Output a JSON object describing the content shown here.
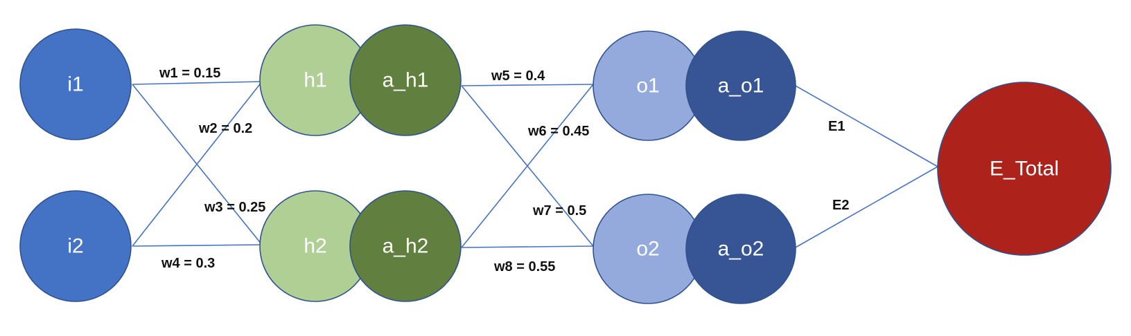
{
  "colors": {
    "input": "#4472c4",
    "hidden_net": "#b0cf95",
    "hidden_act": "#617f3e",
    "output_net": "#94aadc",
    "output_act": "#375594",
    "error": "#ad221b",
    "edge": "#4472c4"
  },
  "nodes": {
    "i1": "i1",
    "i2": "i2",
    "h1": "h1",
    "a_h1": "a_h1",
    "h2": "h2",
    "a_h2": "a_h2",
    "o1": "o1",
    "a_o1": "a_o1",
    "o2": "o2",
    "a_o2": "a_o2",
    "e_total": "E_Total"
  },
  "edges": {
    "w1": "w1 = 0.15",
    "w2": "w2 = 0.2",
    "w3": "w3 = 0.25",
    "w4": "w4 = 0.3",
    "w5": "w5 = 0.4",
    "w6": "w6 = 0.45",
    "w7": "w7 = 0.5",
    "w8": "w8 = 0.55",
    "e1": "E1",
    "e2": "E2"
  }
}
